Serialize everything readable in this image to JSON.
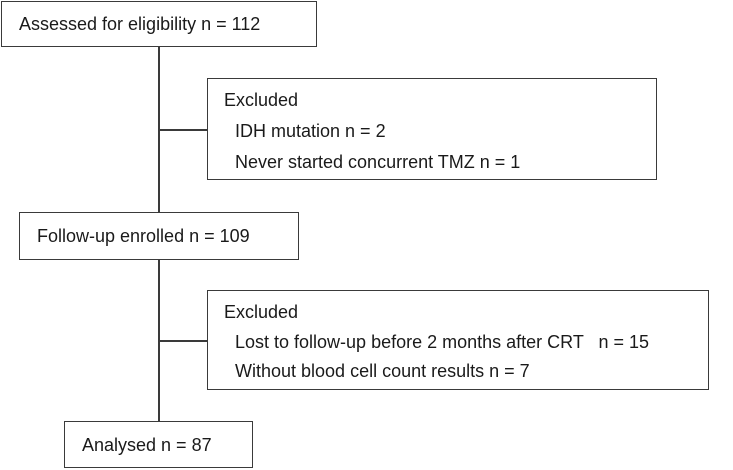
{
  "flowchart": {
    "assessed": {
      "text": "Assessed for eligibility  n = 112"
    },
    "excluded_1": {
      "title": "Excluded",
      "items": [
        "IDH mutation  n = 2",
        "Never started concurrent TMZ  n = 1"
      ]
    },
    "enrolled": {
      "text": "Follow-up enrolled  n = 109"
    },
    "excluded_2": {
      "title": "Excluded",
      "items": [
        "Lost to follow-up before 2 months after CRT   n = 15",
        "Without blood cell count results  n = 7"
      ]
    },
    "analysed": {
      "text": "Analysed  n = 87"
    }
  }
}
